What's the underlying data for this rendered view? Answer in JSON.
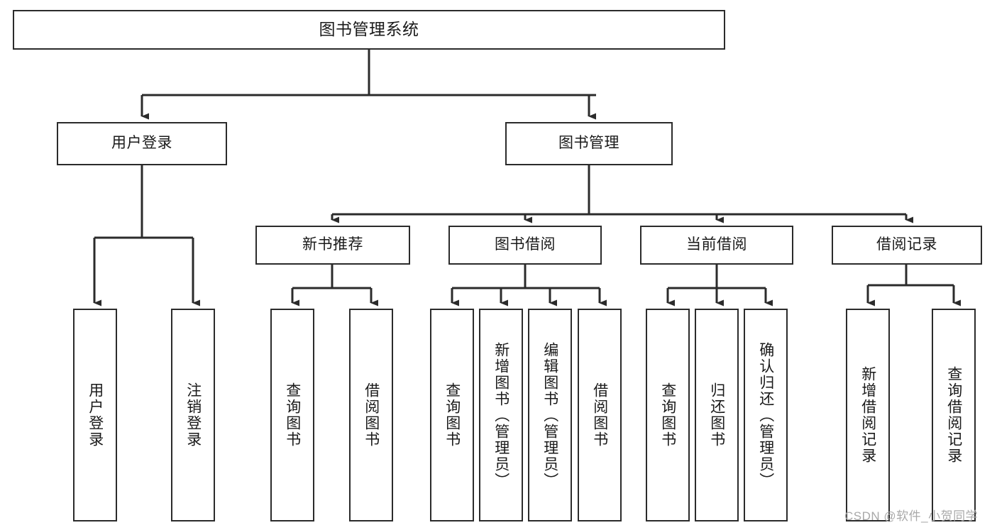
{
  "diagram": {
    "type": "tree-hierarchy-chart",
    "title": "图书管理系统",
    "nodes": {
      "root": {
        "label": "图书管理系统",
        "level": 1
      },
      "user_login": {
        "label": "用户登录",
        "level": 2
      },
      "book_manage": {
        "label": "图书管理",
        "level": 2
      },
      "new_book_rec": {
        "label": "新书推荐",
        "level": 3
      },
      "book_borrow": {
        "label": "图书借阅",
        "level": 3
      },
      "current_borrow": {
        "label": "当前借阅",
        "level": 3
      },
      "borrow_record": {
        "label": "借阅记录",
        "level": 3
      },
      "leaf_user_login": {
        "label": "用户登录",
        "level": 4
      },
      "leaf_logout": {
        "label": "注销登录",
        "level": 4
      },
      "leaf_query_book_1": {
        "label": "查询图书",
        "level": 4
      },
      "leaf_borrow_book_1": {
        "label": "借阅图书",
        "level": 4
      },
      "leaf_query_book_2": {
        "label": "查询图书",
        "level": 4
      },
      "leaf_add_book": {
        "label": "新增图书（管理员）",
        "level": 4
      },
      "leaf_edit_book": {
        "label": "编辑图书（管理员）",
        "level": 4
      },
      "leaf_borrow_book_2": {
        "label": "借阅图书",
        "level": 4
      },
      "leaf_query_book_3": {
        "label": "查询图书",
        "level": 4
      },
      "leaf_return_book": {
        "label": "归还图书",
        "level": 4
      },
      "leaf_confirm_return": {
        "label": "确认归还（管理员）",
        "level": 4
      },
      "leaf_add_record": {
        "label": "新增借阅记录",
        "level": 4
      },
      "leaf_query_record": {
        "label": "查询借阅记录",
        "level": 4
      }
    },
    "edges": [
      [
        "root",
        "user_login"
      ],
      [
        "root",
        "book_manage"
      ],
      [
        "user_login",
        "leaf_user_login"
      ],
      [
        "user_login",
        "leaf_logout"
      ],
      [
        "book_manage",
        "new_book_rec"
      ],
      [
        "book_manage",
        "book_borrow"
      ],
      [
        "book_manage",
        "current_borrow"
      ],
      [
        "book_manage",
        "borrow_record"
      ],
      [
        "new_book_rec",
        "leaf_query_book_1"
      ],
      [
        "new_book_rec",
        "leaf_borrow_book_1"
      ],
      [
        "book_borrow",
        "leaf_query_book_2"
      ],
      [
        "book_borrow",
        "leaf_add_book"
      ],
      [
        "book_borrow",
        "leaf_edit_book"
      ],
      [
        "book_borrow",
        "leaf_borrow_book_2"
      ],
      [
        "current_borrow",
        "leaf_query_book_3"
      ],
      [
        "current_borrow",
        "leaf_return_book"
      ],
      [
        "current_borrow",
        "leaf_confirm_return"
      ],
      [
        "borrow_record",
        "leaf_add_record"
      ],
      [
        "borrow_record",
        "leaf_query_record"
      ]
    ]
  },
  "colors": {
    "stroke": "#2b2b2b",
    "box_fill": "#ffffff",
    "text": "#1a1a1a",
    "watermark": "#a9a9a9",
    "background": "#ffffff"
  },
  "watermark": {
    "text": "CSDN @软件_小贺同学"
  }
}
